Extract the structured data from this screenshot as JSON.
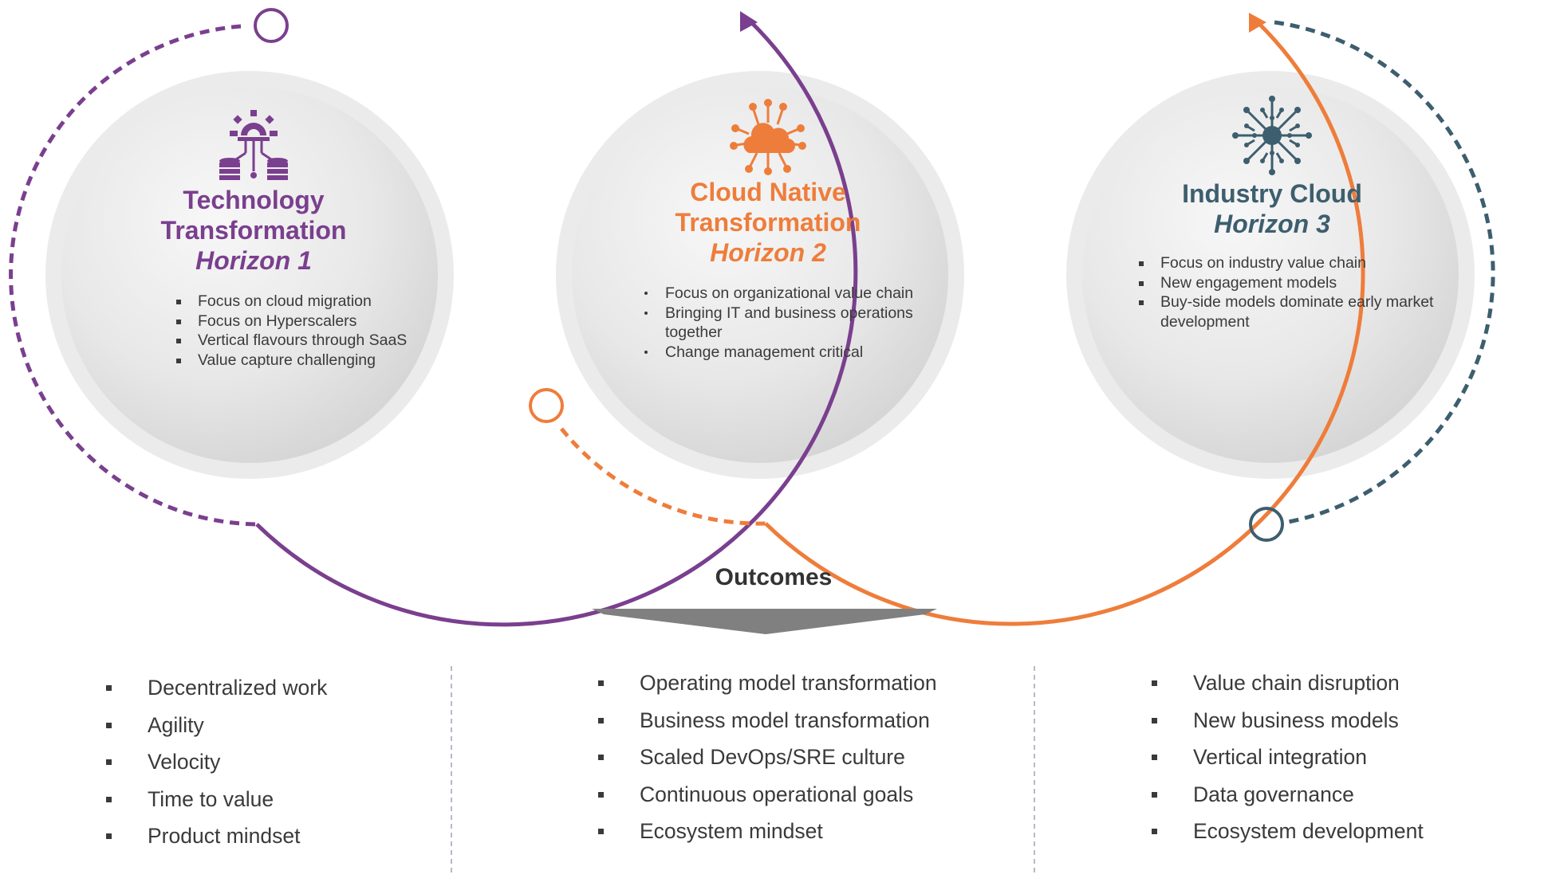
{
  "colors": {
    "horizon1": "#7A3F8E",
    "horizon2": "#EE7D3B",
    "horizon3": "#3D5E6E",
    "text": "#333333",
    "circle_fill": "#E5E5E5"
  },
  "horizons": [
    {
      "title_lines": [
        "Technology",
        "Transformation"
      ],
      "subtitle": "Horizon 1",
      "icon": "gear-database-icon",
      "bullets": [
        "Focus on cloud migration",
        "Focus on Hyperscalers",
        "Vertical flavours through SaaS",
        "Value capture challenging"
      ]
    },
    {
      "title_lines": [
        "Cloud Native",
        "Transformation"
      ],
      "subtitle": "Horizon 2",
      "icon": "cloud-network-icon",
      "bullets": [
        "Focus on organizational value chain",
        "Bringing IT and business operations together",
        "Change management critical"
      ]
    },
    {
      "title_lines": [
        "Industry Cloud"
      ],
      "subtitle": "Horizon 3",
      "icon": "network-hub-icon",
      "bullets": [
        "Focus on industry value chain",
        "New engagement models",
        "Buy-side models dominate early market development"
      ]
    }
  ],
  "outcomes": {
    "title": "Outcomes",
    "columns": [
      [
        "Decentralized work",
        "Agility",
        "Velocity",
        "Time to value",
        "Product mindset"
      ],
      [
        "Operating model transformation",
        "Business model transformation",
        "Scaled DevOps/SRE culture",
        "Continuous operational goals",
        "Ecosystem mindset"
      ],
      [
        "Value chain disruption",
        "New business models",
        "Vertical integration",
        "Data governance",
        "Ecosystem development"
      ]
    ]
  }
}
